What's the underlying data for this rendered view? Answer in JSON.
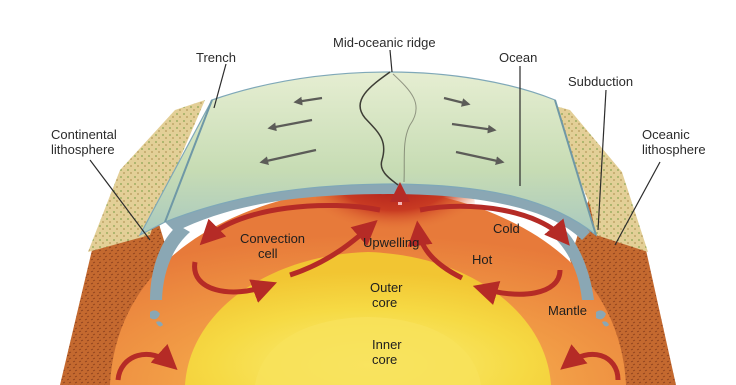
{
  "diagram": {
    "labels": {
      "trench": "Trench",
      "mid_ridge": "Mid-oceanic ridge",
      "ocean": "Ocean",
      "subduction": "Subduction",
      "continental_line1": "Continental",
      "continental_line2": "lithosphere",
      "oceanic_line1": "Oceanic",
      "oceanic_line2": "lithosphere",
      "convection_line1": "Convection",
      "convection_line2": "cell",
      "upwelling": "Upwelling",
      "cold": "Cold",
      "hot": "Hot",
      "outer_core_line1": "Outer",
      "outer_core_line2": "core",
      "inner_core_line1": "Inner",
      "inner_core_line2": "core",
      "mantle": "Mantle"
    },
    "colors": {
      "mantle": "#e9823f",
      "mantle_inner": "#f4a24b",
      "upwelling": "#b8261e",
      "outer_core": "#f5d33c",
      "inner_core": "#f8e25a",
      "ocean_surface": "#cfe1b8",
      "ocean_edge": "#8fb8c8",
      "lithosphere_blue": "#8aa7b4",
      "convection_arrow": "#b52b26",
      "continental_crust": "#d9c48a",
      "crust_brown": "#b9652f"
    }
  }
}
